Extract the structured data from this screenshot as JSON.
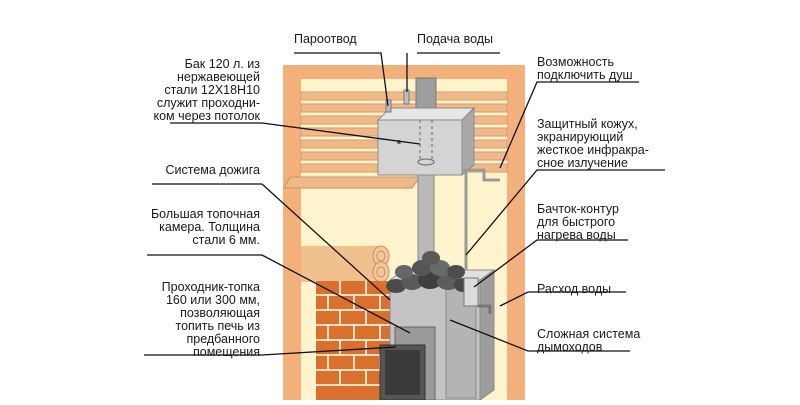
{
  "colors": {
    "wall": "#f3b07a",
    "interior": "#fdf3cc",
    "plank": "#f1b98a",
    "plank_line": "#d89a6a",
    "brick": "#d9712c",
    "brick_mortar": "#fbe1c8",
    "steel": "#cfcfcf",
    "steel_dark": "#9a9a9a",
    "stone": "#555555",
    "leader": "#111111"
  },
  "labels": {
    "steam_outlet": "Пароотвод",
    "water_supply": "Подача воды",
    "tank": "Бак 120 л. из\nнержавеющей\nстали 12Х18Н10\nслужит проходни-\nком через потолок",
    "afterburner": "Система дожига",
    "firebox": "Большая топочная\nкамера. Толщина\nстали 6 мм.",
    "through_firebox": "Проходник-топка\n160 или 300 мм,\nпозволяющая\nтопить печь из\nпредбанного\nпомещения",
    "shower": "Возможность\nподключить душ",
    "casing": "Защитный кожух,\nэкранирующий\nжесткое инфракра-\nсное излучение",
    "heater_tank": "Бачток-контур\nдля быстрого\nнагрева воды",
    "water_outlet": "Расход воды",
    "chimney": "Сложная система\nдымоходов"
  }
}
